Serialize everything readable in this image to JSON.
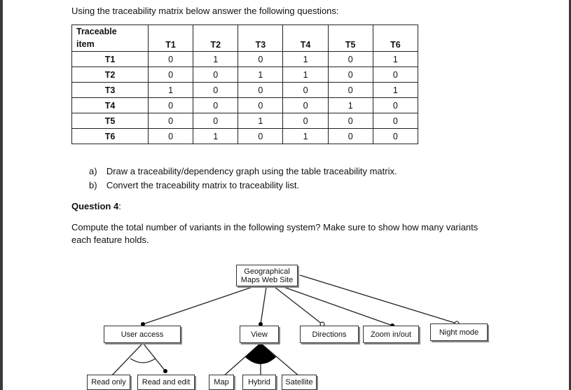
{
  "intro": "Using the traceability matrix below answer the following questions:",
  "matrix": {
    "corner_line1": "Traceable",
    "corner_line2": "item",
    "columns": [
      "T1",
      "T2",
      "T3",
      "T4",
      "T5",
      "T6"
    ],
    "rows": [
      {
        "label": "T1",
        "cells": [
          "0",
          "1",
          "0",
          "1",
          "0",
          "1"
        ]
      },
      {
        "label": "T2",
        "cells": [
          "0",
          "0",
          "1",
          "1",
          "0",
          "0"
        ]
      },
      {
        "label": "T3",
        "cells": [
          "1",
          "0",
          "0",
          "0",
          "0",
          "1"
        ]
      },
      {
        "label": "T4",
        "cells": [
          "0",
          "0",
          "0",
          "0",
          "1",
          "0"
        ]
      },
      {
        "label": "T5",
        "cells": [
          "0",
          "0",
          "1",
          "0",
          "0",
          "0"
        ]
      },
      {
        "label": "T6",
        "cells": [
          "0",
          "1",
          "0",
          "1",
          "0",
          "0"
        ]
      }
    ]
  },
  "tasks": [
    {
      "marker": "a)",
      "text": "Draw a traceability/dependency graph using the table traceability matrix."
    },
    {
      "marker": "b)",
      "text": "Convert the traceability matrix to traceability list."
    }
  ],
  "question_heading": "Question 4",
  "question_colon": ":",
  "question_line1": "Compute the total number of variants in the following system? Make sure to show how many variants",
  "question_line2": "each feature holds.",
  "feature_model": {
    "root_line1": "Geographical",
    "root_line2": "Maps Web Site",
    "user_access": "User access",
    "view": "View",
    "directions": "Directions",
    "zoom": "Zoom in/out",
    "night_mode": "Night mode",
    "read_only": "Read only",
    "read_edit": "Read and edit",
    "map": "Map",
    "hybrid": "Hybrid",
    "satellite": "Satellite"
  }
}
